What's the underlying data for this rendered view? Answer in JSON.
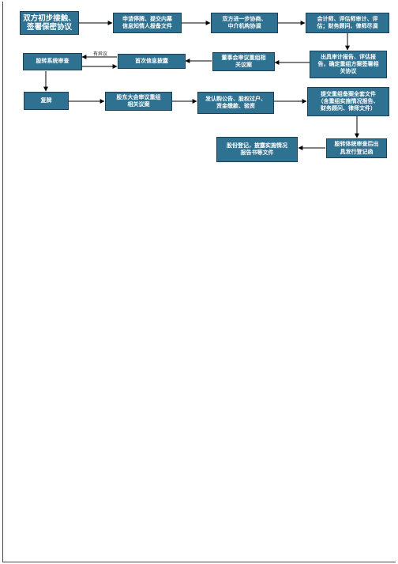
{
  "diagram": {
    "nodes": {
      "n1": "双方初步接触、\n签署保密协议",
      "n2": "申请停牌、提交内幕\n信息知情人报备文件",
      "n3": "双方进一步协商、\n中介机构协调",
      "n4": "会计师、评估师审计、评\n估；财务顾问、律师尽调",
      "n5": "出具审计报告、评估报\n告，确定重组方案签署相\n关协议",
      "n6": "董事会审议重组相\n关议案",
      "n7": "首次信息披露",
      "n8": "股转系统审查",
      "n9": "复牌",
      "n10": "股东大会审议重组\n相关议案",
      "n11": "发认购公告、股权过户、\n资金缴款、验资",
      "n12": "提交重组备案全套文件\n（含重组实施情况报告、\n财务顾问、律师文件）",
      "n13": "股转体统审查后出\n具发行登记函",
      "n14": "股份登记，披露实施情况\n报告书等文件"
    },
    "edge_label": "有异议"
  }
}
